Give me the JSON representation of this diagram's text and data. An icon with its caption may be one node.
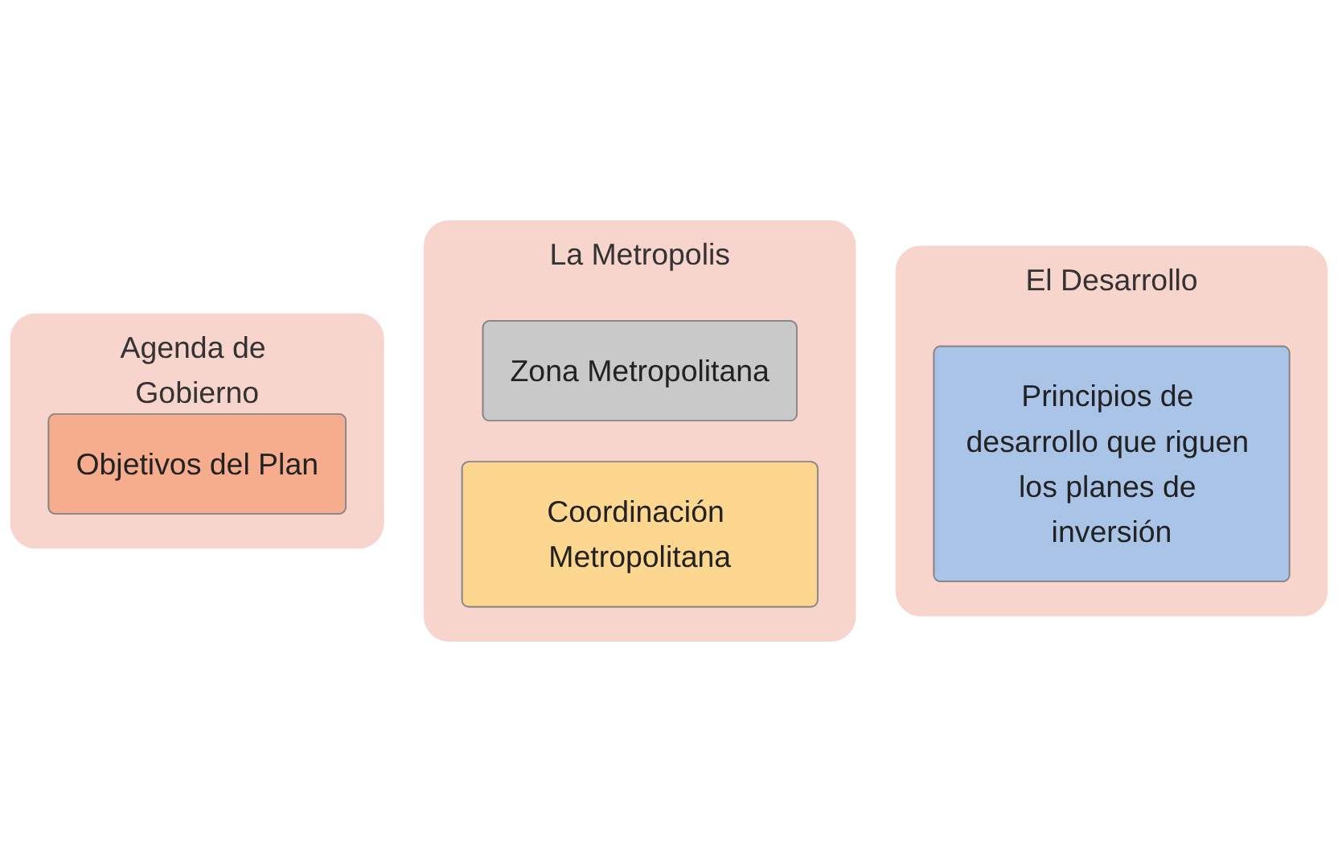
{
  "diagram": {
    "nodes": [
      {
        "text": [
          "Agenda de Gobierno"
        ]
      },
      {
        "text": [
          "Objetivos del Plan"
        ],
        "in": 0
      },
      {
        "text": [
          "La Metropolis"
        ]
      },
      {
        "text": [
          "Zona Metropolitana"
        ],
        "in": 2
      },
      {
        "text": [
          "Coordinación Metropolitana"
        ],
        "in": 2
      },
      {
        "text": [
          "El Desarrollo"
        ]
      },
      {
        "text": [
          "Principios de desarrollo que riguen los planes de inversión"
        ],
        "in": 5
      }
    ]
  }
}
